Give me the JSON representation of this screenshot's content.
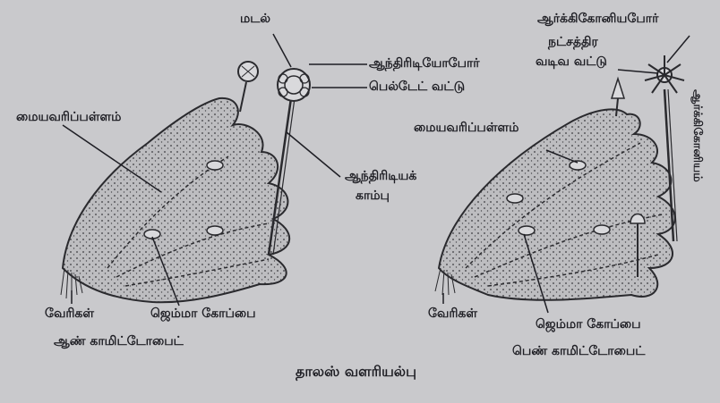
{
  "labels": {
    "left": {
      "matal": "மடல்",
      "antheridiophore": "ஆந்திரிடியோபோர்",
      "peltate_disc": "பெல்டேட் வட்டு",
      "midrib_groove": "மையவரிப்பள்ளம்",
      "antheridial_stalk_1": "ஆந்திரிடியக்",
      "antheridial_stalk_2": "காம்பு",
      "rhizoids": "வேரிகள்",
      "gemma_cup": "ஜெம்மா கோப்பை",
      "caption": "ஆண் காமிட்டோபைட்"
    },
    "right": {
      "archegoniophore": "ஆர்க்கிகோனியபோர்",
      "star_disc_1": "நட்சத்திர",
      "star_disc_2": "வடிவ வட்டு",
      "midrib_groove": "மையவரிப்பள்ளம்",
      "vertical": "ஆர்க்கிகோனியம்",
      "rhizoids": "வேரிகள்",
      "gemma_cup": "ஜெம்மா கோப்பை",
      "caption": "பெண் காமிட்டோபைட்"
    },
    "title": "தாலஸ் வளரியல்பு"
  }
}
